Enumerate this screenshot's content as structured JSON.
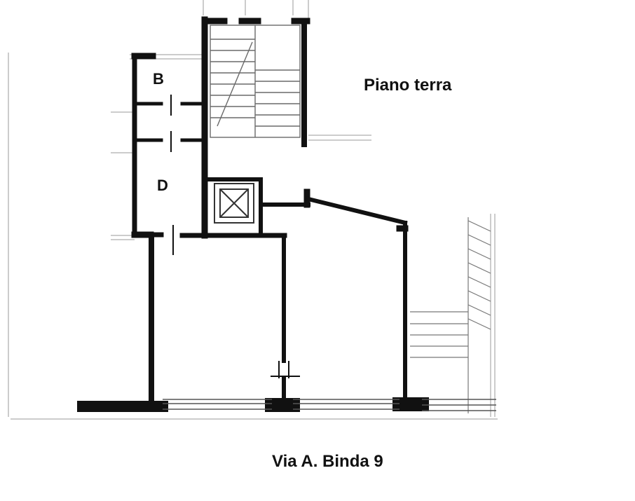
{
  "plan": {
    "floor_label": "Piano terra",
    "room_b_label": "B",
    "room_d_label": "D",
    "address": "Via A. Binda 9"
  }
}
